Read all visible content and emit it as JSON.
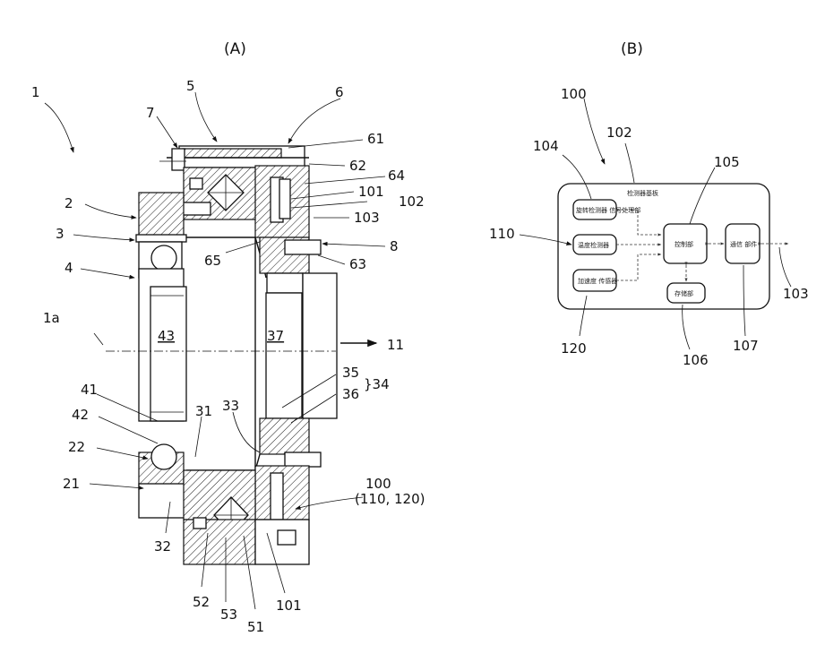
{
  "panels": {
    "a_title": "(A)",
    "b_title": "(B)"
  },
  "section_a": {
    "labels": {
      "l1": "1",
      "l1a": "1a",
      "l2": "2",
      "l3": "3",
      "l4": "4",
      "l5": "5",
      "l6": "6",
      "l7": "7",
      "l8": "8",
      "l11": "11",
      "l21": "21",
      "l22": "22",
      "l31": "31",
      "l32": "32",
      "l33": "33",
      "l34": "}34",
      "l35": "35",
      "l36": "36",
      "l37": "37",
      "l41": "41",
      "l42": "42",
      "l43": "43",
      "l51": "51",
      "l52": "52",
      "l53": "53",
      "l61": "61",
      "l62": "62",
      "l63": "63",
      "l64": "64",
      "l65": "65",
      "l100": "100",
      "l100sub": "(110, 120)",
      "l101a": "101",
      "l101b": "101",
      "l102": "102",
      "l103": "103"
    }
  },
  "section_b": {
    "labels": {
      "l100": "100",
      "l102": "102",
      "l103": "103",
      "l104": "104",
      "l105": "105",
      "l106": "106",
      "l107": "107",
      "l110": "110",
      "l120": "120"
    },
    "board_label": "检测器基板",
    "blocks": {
      "b104": "旋转检测器 信号处理部",
      "b110": "温度检测器",
      "b120": "加速度 传感器",
      "b105": "控制部",
      "b106": "存储部",
      "b107": "通信 部件"
    }
  }
}
